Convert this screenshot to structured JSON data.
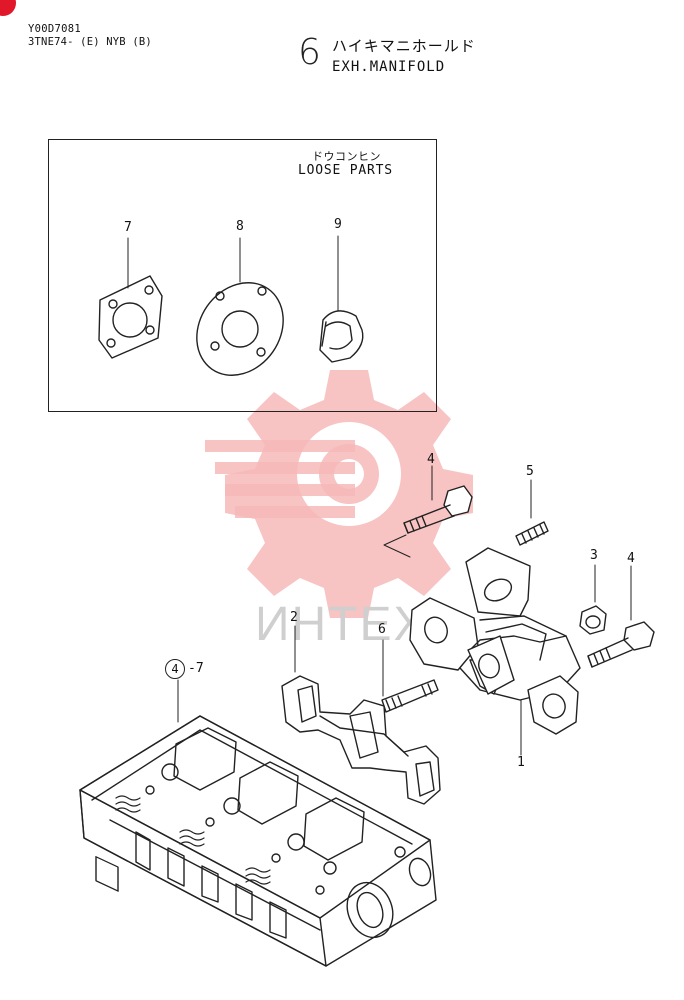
{
  "header": {
    "doc_code": "Y00D7081",
    "model_code": "3TNE74- (E) NYB (B)",
    "section_number": "6",
    "title_jp": "ハイキマニホールド",
    "title_en": "EXH.MANIFOLD"
  },
  "loose_parts": {
    "label_jp": "ドウコンヒン",
    "label_en": "LOOSE PARTS"
  },
  "callouts": {
    "p7": "7",
    "p8": "8",
    "p9": "9",
    "p4a": "4",
    "p5": "5",
    "p3": "3",
    "p4b": "4",
    "p2": "2",
    "p6": "6",
    "p1": "1",
    "ref_circle": "4",
    "ref_suffix": "-7"
  },
  "watermark": {
    "text": "ИНТЕХ",
    "color": "#f3a7a7"
  },
  "colors": {
    "accent_dot": "#e0182a",
    "line": "#222222"
  }
}
